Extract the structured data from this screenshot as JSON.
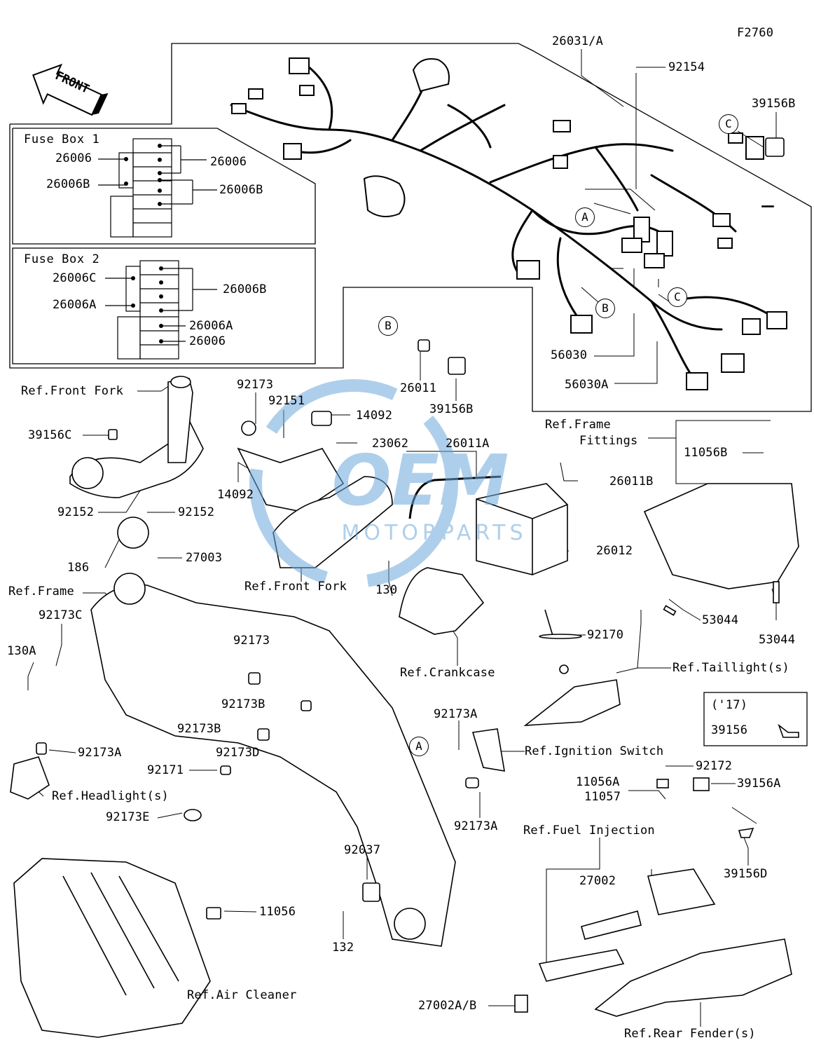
{
  "diagram_code": "F2760",
  "front_arrow_label": "FRONT",
  "watermark": {
    "logo": "OEM",
    "sub": "MOTORPARTS",
    "color": "#6ca8dc"
  },
  "fuse_box_1": {
    "title": "Fuse Box 1",
    "labels": [
      "26006",
      "26006B",
      "26006",
      "26006B"
    ]
  },
  "fuse_box_2": {
    "title": "Fuse Box 2",
    "labels": [
      "26006C",
      "26006A",
      "26006B",
      "26006A",
      "26006"
    ]
  },
  "circle_markers": [
    "C",
    "A",
    "C",
    "B",
    "B",
    "A"
  ],
  "part_labels": [
    "26031/A",
    "92154",
    "39156B",
    "56030",
    "56030A",
    "26011",
    "39156B",
    "Ref.Front Fork",
    "39156C",
    "92152",
    "92152",
    "186",
    "27003",
    "92173",
    "92151",
    "14092",
    "23062",
    "14092",
    "Ref.Front Fork",
    "26011A",
    "130",
    "Ref.Crankcase",
    "Ref.Frame",
    "Fittings",
    "11056B",
    "26011B",
    "26012",
    "53044",
    "53044",
    "Ref.Frame",
    "92173C",
    "130A",
    "92173",
    "92173B",
    "92173B",
    "92173D",
    "92173A",
    "Ref.Headlight(s)",
    "92171",
    "92173E",
    "92170",
    "Ref.Taillight(s)",
    "('17)",
    "39156",
    "92173A",
    "Ref.Ignition Switch",
    "92173A",
    "92172",
    "11056A",
    "11057",
    "39156A",
    "39156D",
    "Ref.Fuel Injection",
    "27002",
    "92037",
    "132",
    "11056",
    "Ref.Air Cleaner",
    "27002A/B",
    "Ref.Rear Fender(s)"
  ]
}
